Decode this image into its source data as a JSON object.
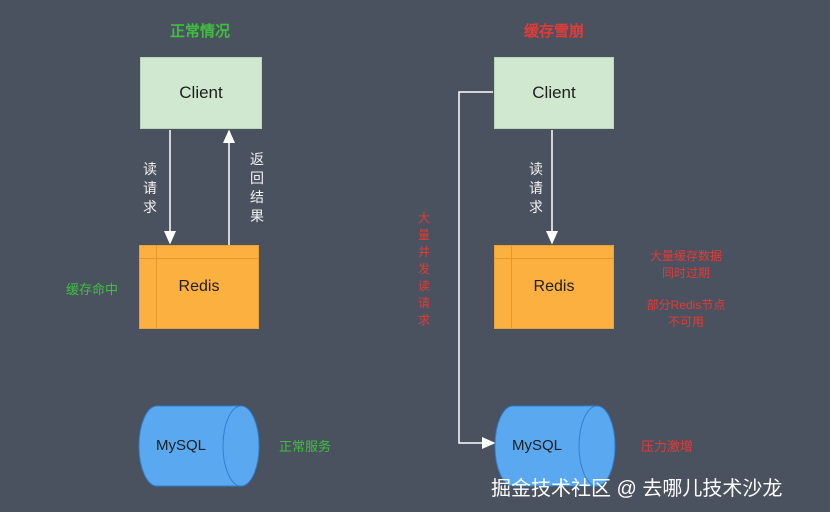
{
  "left": {
    "title": "正常情况",
    "client": "Client",
    "read_request": "读请求",
    "return_result": "返回结果",
    "redis": "Redis",
    "cache_hit": "缓存命中",
    "mysql": "MySQL",
    "normal_service": "正常服务"
  },
  "right": {
    "title": "缓存雪崩",
    "client": "Client",
    "read_request": "读请求",
    "bulk_request": "大量并发读请求",
    "redis": "Redis",
    "note1_line1": "大量缓存数据",
    "note1_line2": "同时过期",
    "note2_line1": "部分Redis节点",
    "note2_line2": "不可用",
    "mysql": "MySQL",
    "pressure": "压力激增"
  },
  "watermark": "掘金技术社区 @ 去哪儿技术沙龙",
  "colors": {
    "background": "#4a5260",
    "client_fill": "#cfe8cf",
    "redis_fill": "#fbb040",
    "mysql_fill": "#5aa9f0",
    "green_text": "#3fbf3f",
    "red_text": "#e53935"
  }
}
